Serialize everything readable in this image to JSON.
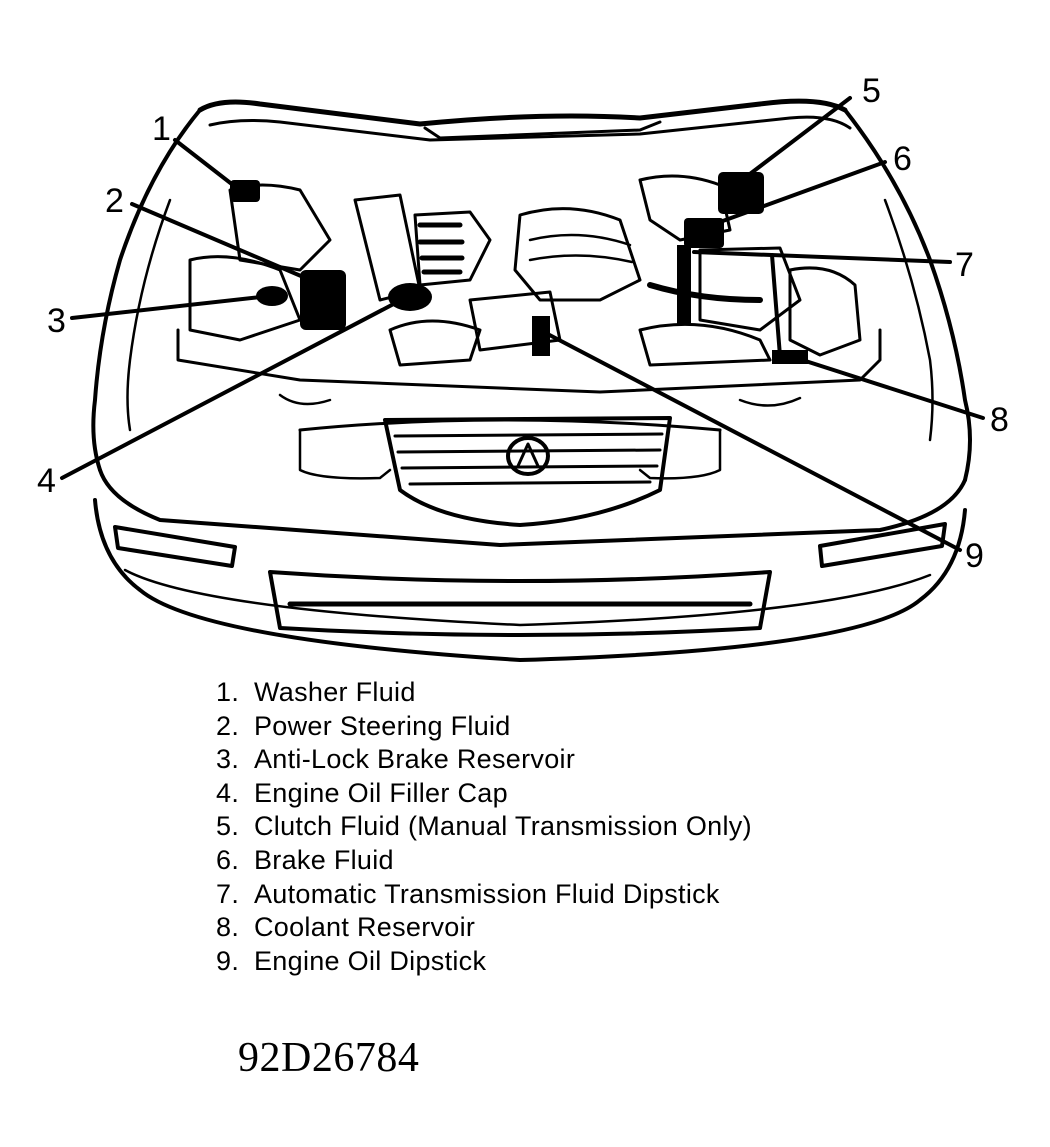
{
  "callouts": [
    {
      "number": "1",
      "label": "Washer Fluid"
    },
    {
      "number": "2",
      "label": "Power Steering Fluid"
    },
    {
      "number": "3",
      "label": "Anti-Lock Brake Reservoir"
    },
    {
      "number": "4",
      "label": "Engine Oil Filler Cap"
    },
    {
      "number": "5",
      "label": "Clutch Fluid (Manual Transmission Only)"
    },
    {
      "number": "6",
      "label": "Brake Fluid"
    },
    {
      "number": "7",
      "label": "Automatic Transmission Fluid Dipstick"
    },
    {
      "number": "8",
      "label": "Coolant Reservoir"
    },
    {
      "number": "9",
      "label": "Engine Oil Dipstick"
    }
  ],
  "legend": [
    {
      "num": "1.",
      "text": "Washer Fluid"
    },
    {
      "num": "2.",
      "text": "Power Steering Fluid"
    },
    {
      "num": "3.",
      "text": "Anti-Lock Brake Reservoir"
    },
    {
      "num": "4.",
      "text": "Engine Oil Filler Cap"
    },
    {
      "num": "5.",
      "text": "Clutch Fluid (Manual Transmission Only)"
    },
    {
      "num": "6.",
      "text": "Brake Fluid"
    },
    {
      "num": "7.",
      "text": "Automatic Transmission Fluid Dipstick"
    },
    {
      "num": "8.",
      "text": "Coolant Reservoir"
    },
    {
      "num": "9.",
      "text": "Engine Oil Dipstick"
    }
  ],
  "figure_code": "92D26784",
  "colors": {
    "ink": "#000000",
    "paper": "#ffffff"
  }
}
